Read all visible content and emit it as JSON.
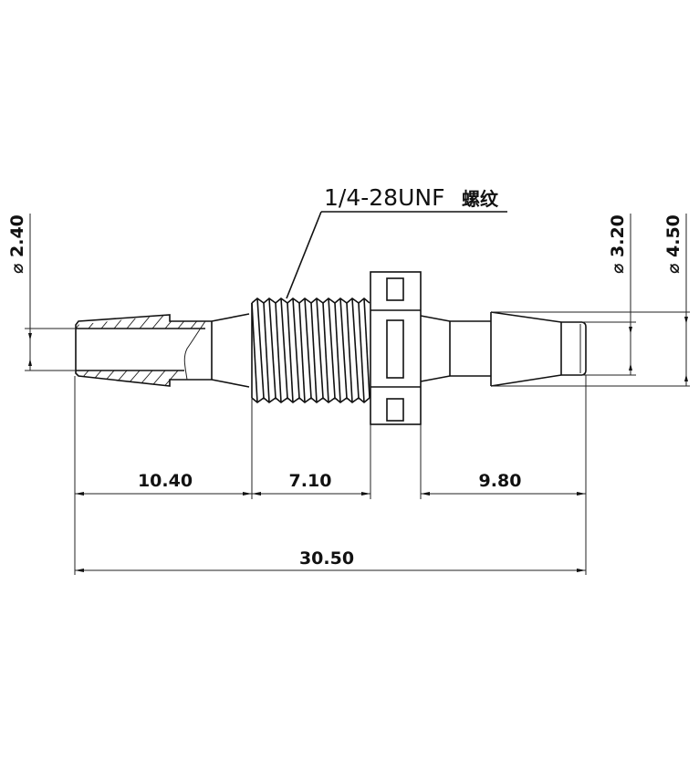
{
  "drawing": {
    "title": "Barbed hose connector with threaded body",
    "units": "mm",
    "stroke_color": "#111111",
    "background": "#ffffff"
  },
  "callout": {
    "thread_spec": "1/4-28UNF",
    "thread_label_cn": "螺纹"
  },
  "diameters": {
    "left_bore": {
      "symbol": "⌀",
      "value": "2.40"
    },
    "right_bore": {
      "symbol": "⌀",
      "value": "3.20"
    },
    "right_barb": {
      "symbol": "⌀",
      "value": "4.50"
    }
  },
  "lengths": {
    "left_barb": "10.40",
    "thread": "7.10",
    "right_barb": "9.80",
    "overall": "30.50"
  }
}
